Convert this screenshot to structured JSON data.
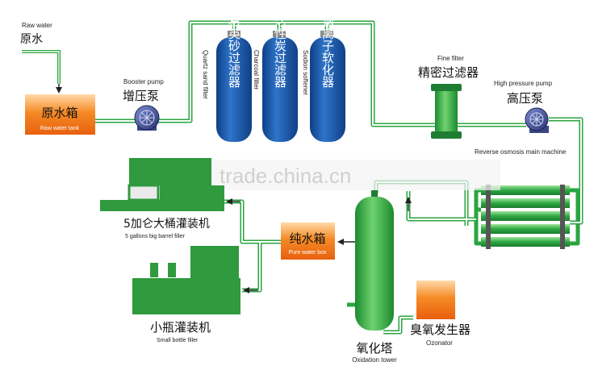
{
  "raw_water": {
    "en": "Raw water",
    "cn": "原水"
  },
  "raw_water_tank": {
    "cn": "原水箱",
    "en": "Raw water tank"
  },
  "booster_pump": {
    "en": "Booster pump",
    "cn": "增压泵"
  },
  "quartz_filter": {
    "cn": "石英砂过滤器",
    "en": "Quartz sand filter"
  },
  "charcoal_filter": {
    "cn": "活性炭过滤器",
    "en": "Charcoal filter"
  },
  "softener": {
    "cn": "钠离子软化器",
    "en": "Sodion softener"
  },
  "fine_filter": {
    "en": "Fine filter",
    "cn": "精密过滤器"
  },
  "hp_pump": {
    "en": "High pressure pump",
    "cn": "高压泵"
  },
  "ro_machine": {
    "en": "Reverse osmosis main machine"
  },
  "watermark": "trade.china.cn",
  "barrel_filler": {
    "cn": "5加仑大桶灌装机",
    "en": "5 gallons big barrel filler"
  },
  "pure_water_box": {
    "cn": "纯水箱",
    "en": "Pure water box"
  },
  "bottle_filler": {
    "cn": "小瓶灌装机",
    "en": "Small bottle filler"
  },
  "oxidation_tower": {
    "cn": "氧化塔",
    "en": "Oxidation tower"
  },
  "ozonator": {
    "cn": "臭氧发生器",
    "en": "Ozonator"
  },
  "colors": {
    "pipe": "#33b54a",
    "tank": "#2fae3f",
    "vessel": "#1c5aa8",
    "orange": "#f07a1a"
  }
}
